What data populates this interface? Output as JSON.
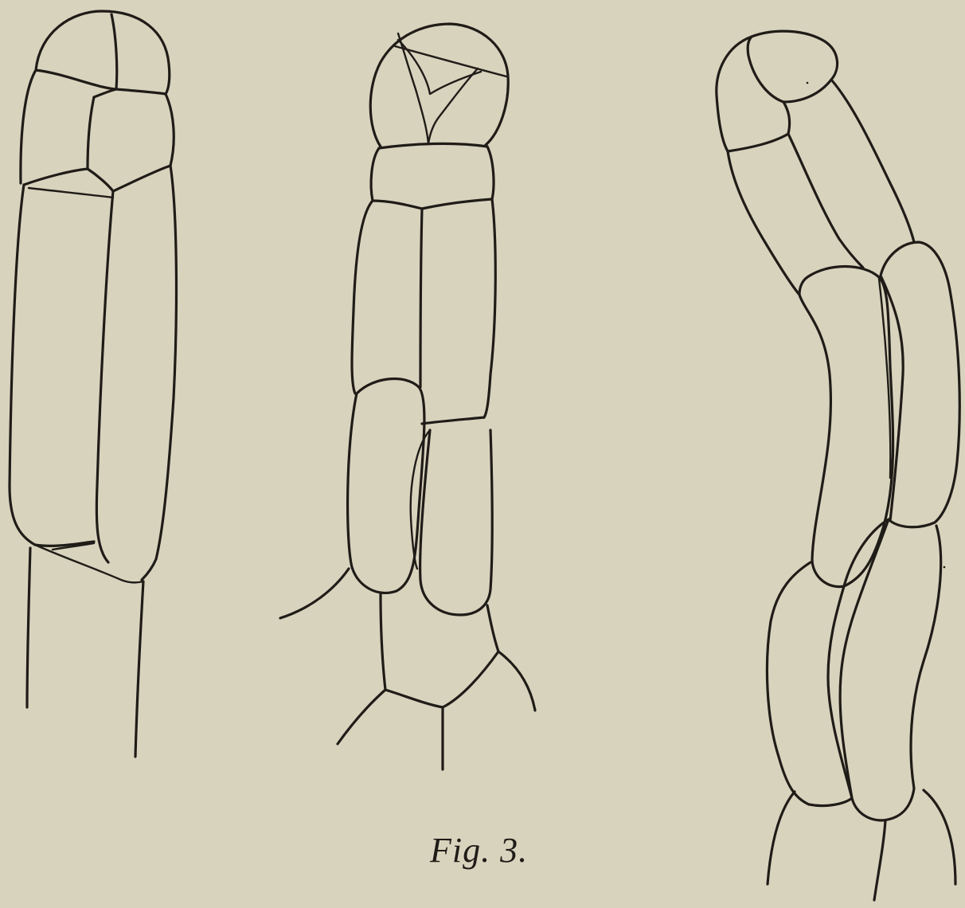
{
  "caption": "Fig. 3.",
  "colors": {
    "paper": "#d8d3bd",
    "ink": "#1f1c18"
  },
  "figure_parts": [
    "left-filament",
    "middle-filament",
    "right-filament"
  ]
}
